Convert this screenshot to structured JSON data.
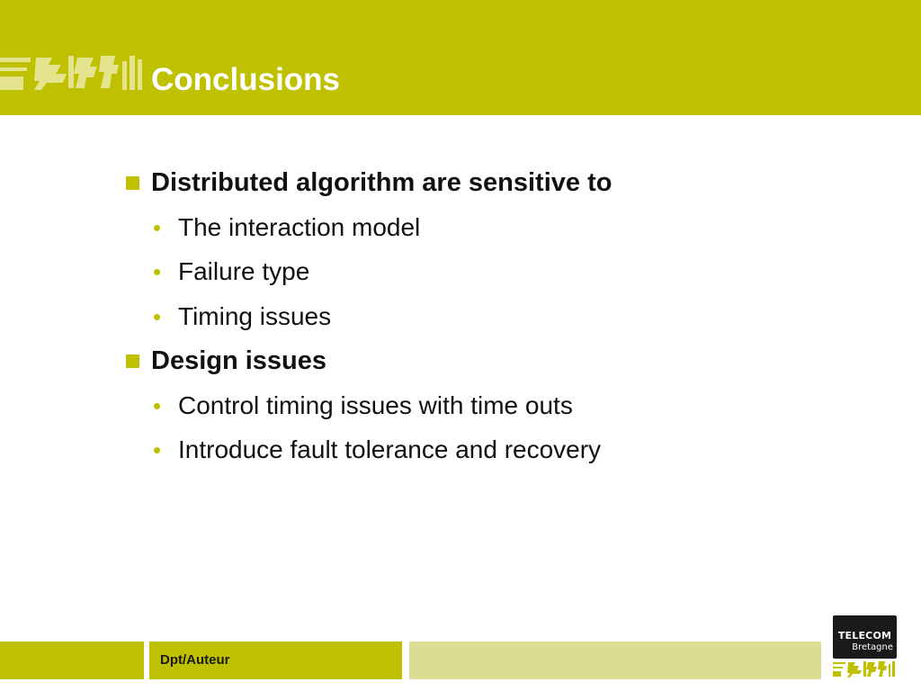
{
  "slide": {
    "title": "Conclusions",
    "brand_color": "#bfc000",
    "bullets": [
      {
        "level": 1,
        "text": "Distributed algorithm are sensitive to"
      },
      {
        "level": 2,
        "text": "The interaction model"
      },
      {
        "level": 2,
        "text": "Failure type"
      },
      {
        "level": 2,
        "text": "Timing issues"
      },
      {
        "level": 1,
        "text": "Design issues"
      },
      {
        "level": 2,
        "text": "Control timing issues with time outs"
      },
      {
        "level": 2,
        "text": "Introduce fault tolerance and recovery"
      }
    ]
  },
  "footer": {
    "author": "Dpt/Auteur"
  },
  "logo": {
    "line1": "TELECOM",
    "line2": "Bretagne"
  },
  "icons": {
    "header": "calligraphy-logo-icon",
    "footer": "calligraphy-logo-icon"
  }
}
